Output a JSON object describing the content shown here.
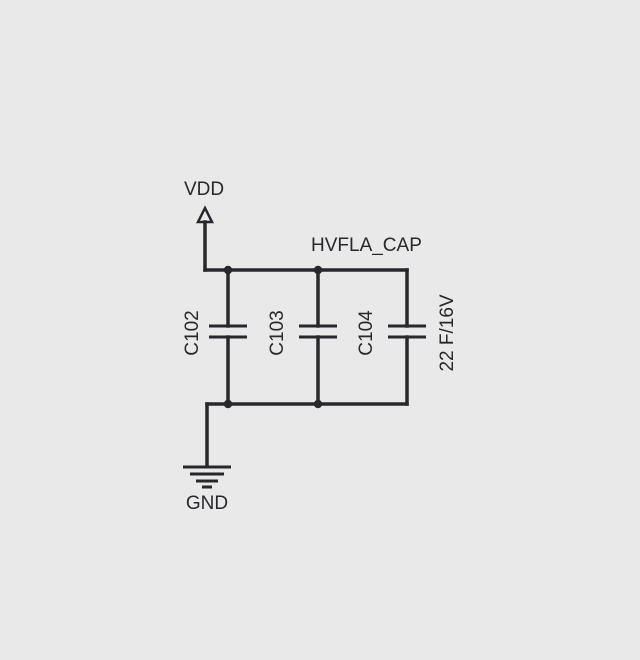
{
  "power": {
    "label": "VDD"
  },
  "ground": {
    "label": "GND"
  },
  "net": {
    "label": "HVFLA_CAP"
  },
  "capacitors": [
    {
      "ref": "C102"
    },
    {
      "ref": "C103"
    },
    {
      "ref": "C104",
      "value": "22 F/16V"
    }
  ],
  "colors": {
    "background": "#e9e9e9",
    "ink": "#26282c"
  }
}
